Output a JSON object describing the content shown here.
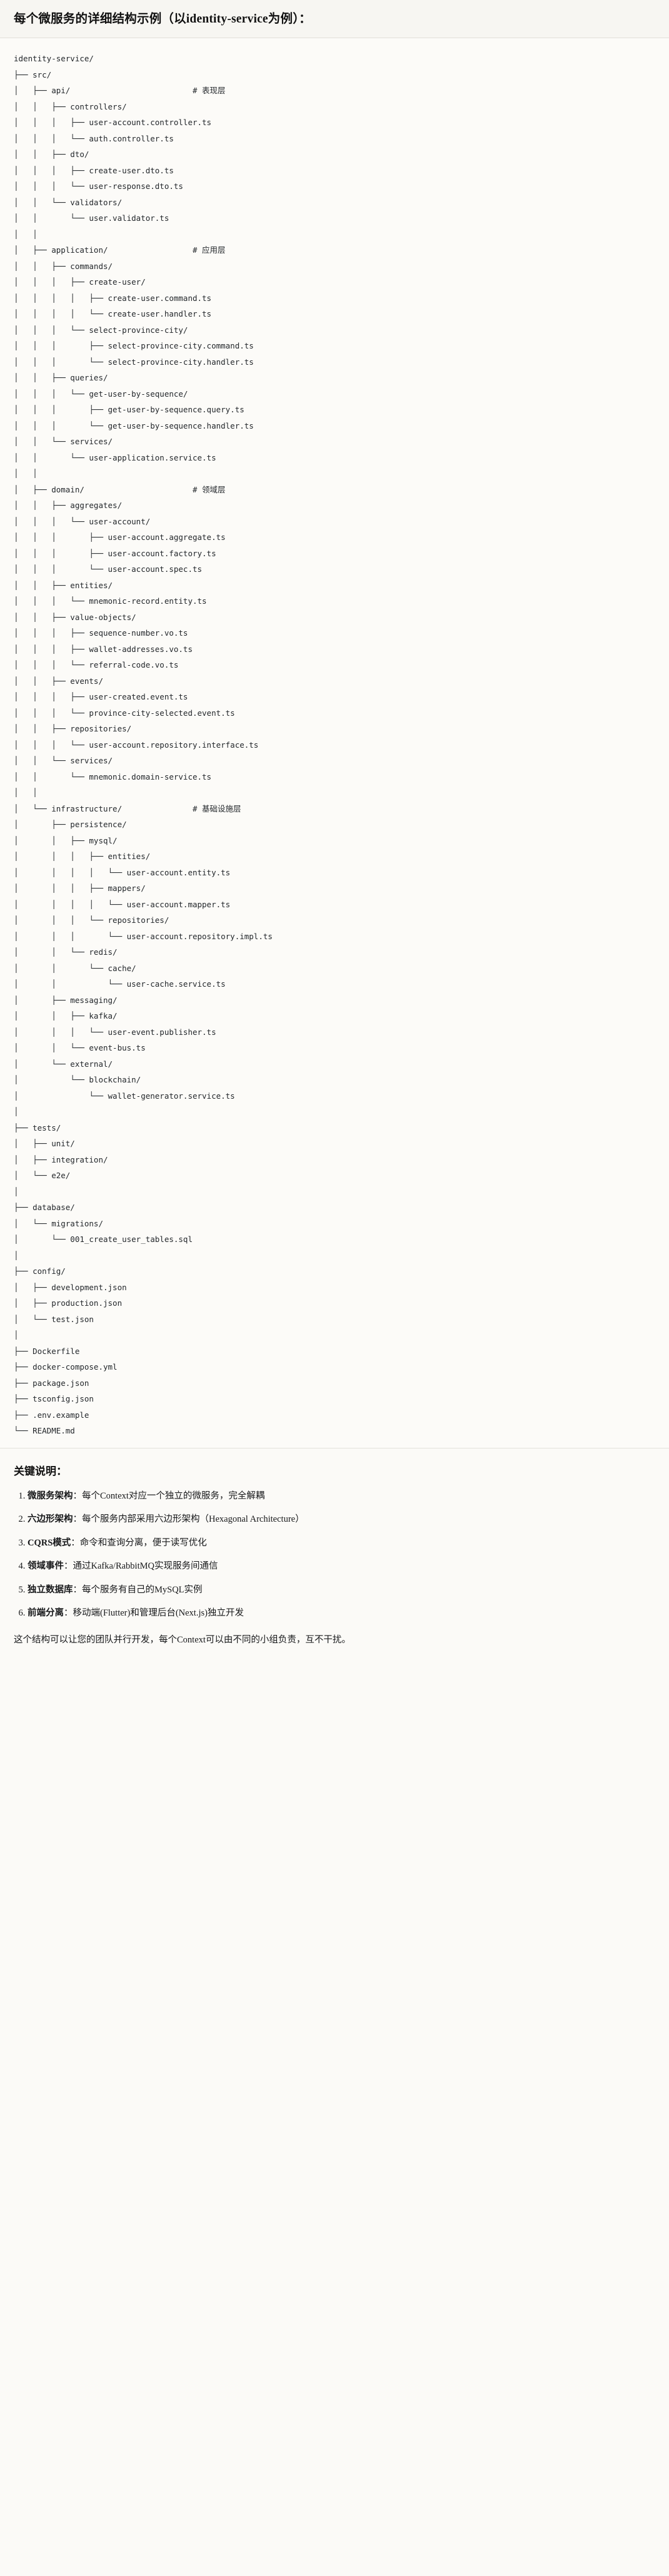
{
  "header": {
    "title": "每个微服务的详细结构示例（以identity-service为例）："
  },
  "tree": {
    "root": "identity-service/",
    "comment_marker": "#",
    "comment_column": 38,
    "lines": [
      {
        "prefix": "",
        "label": "identity-service/",
        "comment": ""
      },
      {
        "prefix": "├── ",
        "label": "src/",
        "comment": ""
      },
      {
        "prefix": "│   ├── ",
        "label": "api/",
        "comment": "# 表现层"
      },
      {
        "prefix": "│   │   ├── ",
        "label": "controllers/",
        "comment": ""
      },
      {
        "prefix": "│   │   │   ├── ",
        "label": "user-account.controller.ts",
        "comment": ""
      },
      {
        "prefix": "│   │   │   └── ",
        "label": "auth.controller.ts",
        "comment": ""
      },
      {
        "prefix": "│   │   ├── ",
        "label": "dto/",
        "comment": ""
      },
      {
        "prefix": "│   │   │   ├── ",
        "label": "create-user.dto.ts",
        "comment": ""
      },
      {
        "prefix": "│   │   │   └── ",
        "label": "user-response.dto.ts",
        "comment": ""
      },
      {
        "prefix": "│   │   └── ",
        "label": "validators/",
        "comment": ""
      },
      {
        "prefix": "│   │       └── ",
        "label": "user.validator.ts",
        "comment": ""
      },
      {
        "prefix": "│   │",
        "label": "",
        "comment": ""
      },
      {
        "prefix": "│   ├── ",
        "label": "application/",
        "comment": "# 应用层"
      },
      {
        "prefix": "│   │   ├── ",
        "label": "commands/",
        "comment": ""
      },
      {
        "prefix": "│   │   │   ├── ",
        "label": "create-user/",
        "comment": ""
      },
      {
        "prefix": "│   │   │   │   ├── ",
        "label": "create-user.command.ts",
        "comment": ""
      },
      {
        "prefix": "│   │   │   │   └── ",
        "label": "create-user.handler.ts",
        "comment": ""
      },
      {
        "prefix": "│   │   │   └── ",
        "label": "select-province-city/",
        "comment": ""
      },
      {
        "prefix": "│   │   │       ├── ",
        "label": "select-province-city.command.ts",
        "comment": ""
      },
      {
        "prefix": "│   │   │       └── ",
        "label": "select-province-city.handler.ts",
        "comment": ""
      },
      {
        "prefix": "│   │   ├── ",
        "label": "queries/",
        "comment": ""
      },
      {
        "prefix": "│   │   │   └── ",
        "label": "get-user-by-sequence/",
        "comment": ""
      },
      {
        "prefix": "│   │   │       ├── ",
        "label": "get-user-by-sequence.query.ts",
        "comment": ""
      },
      {
        "prefix": "│   │   │       └── ",
        "label": "get-user-by-sequence.handler.ts",
        "comment": ""
      },
      {
        "prefix": "│   │   └── ",
        "label": "services/",
        "comment": ""
      },
      {
        "prefix": "│   │       └── ",
        "label": "user-application.service.ts",
        "comment": ""
      },
      {
        "prefix": "│   │",
        "label": "",
        "comment": ""
      },
      {
        "prefix": "│   ├── ",
        "label": "domain/",
        "comment": "# 领域层"
      },
      {
        "prefix": "│   │   ├── ",
        "label": "aggregates/",
        "comment": ""
      },
      {
        "prefix": "│   │   │   └── ",
        "label": "user-account/",
        "comment": ""
      },
      {
        "prefix": "│   │   │       ├── ",
        "label": "user-account.aggregate.ts",
        "comment": ""
      },
      {
        "prefix": "│   │   │       ├── ",
        "label": "user-account.factory.ts",
        "comment": ""
      },
      {
        "prefix": "│   │   │       └── ",
        "label": "user-account.spec.ts",
        "comment": ""
      },
      {
        "prefix": "│   │   ├── ",
        "label": "entities/",
        "comment": ""
      },
      {
        "prefix": "│   │   │   └── ",
        "label": "mnemonic-record.entity.ts",
        "comment": ""
      },
      {
        "prefix": "│   │   ├── ",
        "label": "value-objects/",
        "comment": ""
      },
      {
        "prefix": "│   │   │   ├── ",
        "label": "sequence-number.vo.ts",
        "comment": ""
      },
      {
        "prefix": "│   │   │   ├── ",
        "label": "wallet-addresses.vo.ts",
        "comment": ""
      },
      {
        "prefix": "│   │   │   └── ",
        "label": "referral-code.vo.ts",
        "comment": ""
      },
      {
        "prefix": "│   │   ├── ",
        "label": "events/",
        "comment": ""
      },
      {
        "prefix": "│   │   │   ├── ",
        "label": "user-created.event.ts",
        "comment": ""
      },
      {
        "prefix": "│   │   │   └── ",
        "label": "province-city-selected.event.ts",
        "comment": ""
      },
      {
        "prefix": "│   │   ├── ",
        "label": "repositories/",
        "comment": ""
      },
      {
        "prefix": "│   │   │   └── ",
        "label": "user-account.repository.interface.ts",
        "comment": ""
      },
      {
        "prefix": "│   │   └── ",
        "label": "services/",
        "comment": ""
      },
      {
        "prefix": "│   │       └── ",
        "label": "mnemonic.domain-service.ts",
        "comment": ""
      },
      {
        "prefix": "│   │",
        "label": "",
        "comment": ""
      },
      {
        "prefix": "│   └── ",
        "label": "infrastructure/",
        "comment": "# 基础设施层"
      },
      {
        "prefix": "│       ├── ",
        "label": "persistence/",
        "comment": ""
      },
      {
        "prefix": "│       │   ├── ",
        "label": "mysql/",
        "comment": ""
      },
      {
        "prefix": "│       │   │   ├── ",
        "label": "entities/",
        "comment": ""
      },
      {
        "prefix": "│       │   │   │   └── ",
        "label": "user-account.entity.ts",
        "comment": ""
      },
      {
        "prefix": "│       │   │   ├── ",
        "label": "mappers/",
        "comment": ""
      },
      {
        "prefix": "│       │   │   │   └── ",
        "label": "user-account.mapper.ts",
        "comment": ""
      },
      {
        "prefix": "│       │   │   └── ",
        "label": "repositories/",
        "comment": ""
      },
      {
        "prefix": "│       │   │       └── ",
        "label": "user-account.repository.impl.ts",
        "comment": ""
      },
      {
        "prefix": "│       │   └── ",
        "label": "redis/",
        "comment": ""
      },
      {
        "prefix": "│       │       └── ",
        "label": "cache/",
        "comment": ""
      },
      {
        "prefix": "│       │           └── ",
        "label": "user-cache.service.ts",
        "comment": ""
      },
      {
        "prefix": "│       ├── ",
        "label": "messaging/",
        "comment": ""
      },
      {
        "prefix": "│       │   ├── ",
        "label": "kafka/",
        "comment": ""
      },
      {
        "prefix": "│       │   │   └── ",
        "label": "user-event.publisher.ts",
        "comment": ""
      },
      {
        "prefix": "│       │   └── ",
        "label": "event-bus.ts",
        "comment": ""
      },
      {
        "prefix": "│       └── ",
        "label": "external/",
        "comment": ""
      },
      {
        "prefix": "│           └── ",
        "label": "blockchain/",
        "comment": ""
      },
      {
        "prefix": "│               └── ",
        "label": "wallet-generator.service.ts",
        "comment": ""
      },
      {
        "prefix": "│",
        "label": "",
        "comment": ""
      },
      {
        "prefix": "├── ",
        "label": "tests/",
        "comment": ""
      },
      {
        "prefix": "│   ├── ",
        "label": "unit/",
        "comment": ""
      },
      {
        "prefix": "│   ├── ",
        "label": "integration/",
        "comment": ""
      },
      {
        "prefix": "│   └── ",
        "label": "e2e/",
        "comment": ""
      },
      {
        "prefix": "│",
        "label": "",
        "comment": ""
      },
      {
        "prefix": "├── ",
        "label": "database/",
        "comment": ""
      },
      {
        "prefix": "│   └── ",
        "label": "migrations/",
        "comment": ""
      },
      {
        "prefix": "│       └── ",
        "label": "001_create_user_tables.sql",
        "comment": ""
      },
      {
        "prefix": "│",
        "label": "",
        "comment": ""
      },
      {
        "prefix": "├── ",
        "label": "config/",
        "comment": ""
      },
      {
        "prefix": "│   ├── ",
        "label": "development.json",
        "comment": ""
      },
      {
        "prefix": "│   ├── ",
        "label": "production.json",
        "comment": ""
      },
      {
        "prefix": "│   └── ",
        "label": "test.json",
        "comment": ""
      },
      {
        "prefix": "│",
        "label": "",
        "comment": ""
      },
      {
        "prefix": "├── ",
        "label": "Dockerfile",
        "comment": ""
      },
      {
        "prefix": "├── ",
        "label": "docker-compose.yml",
        "comment": ""
      },
      {
        "prefix": "├── ",
        "label": "package.json",
        "comment": ""
      },
      {
        "prefix": "├── ",
        "label": "tsconfig.json",
        "comment": ""
      },
      {
        "prefix": "├── ",
        "label": ".env.example",
        "comment": ""
      },
      {
        "prefix": "└── ",
        "label": "README.md",
        "comment": ""
      }
    ]
  },
  "notes": {
    "title": "关键说明：",
    "items": [
      {
        "term": "微服务架构",
        "sep": "：",
        "desc": "每个Context对应一个独立的微服务，完全解耦"
      },
      {
        "term": "六边形架构",
        "sep": "：",
        "desc": "每个服务内部采用六边形架构（Hexagonal Architecture）"
      },
      {
        "term": "CQRS模式",
        "sep": "：",
        "desc": "命令和查询分离，便于读写优化"
      },
      {
        "term": "领域事件",
        "sep": "：",
        "desc": "通过Kafka/RabbitMQ实现服务间通信"
      },
      {
        "term": "独立数据库",
        "sep": "：",
        "desc": "每个服务有自己的MySQL实例"
      },
      {
        "term": "前端分离",
        "sep": "：",
        "desc": "移动端(Flutter)和管理后台(Next.js)独立开发"
      }
    ],
    "closing": "这个结构可以让您的团队并行开发，每个Context可以由不同的小组负责，互不干扰。"
  },
  "colors": {
    "page_bg": "#fbfaf7",
    "header_bg": "#f7f6f2",
    "tree_bg": "#fcfbf8",
    "text": "#1a1a1a",
    "rule": "#e2e0da"
  }
}
